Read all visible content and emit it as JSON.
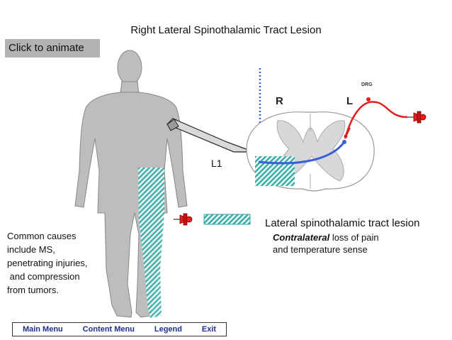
{
  "title": "Right Lateral Spinothalamic Tract Lesion",
  "animate_button": "Click to animate",
  "labels": {
    "right": "R",
    "left": "L",
    "drg": "DRG",
    "level": "L1"
  },
  "lesion": {
    "title": "Lateral spinothalamic tract lesion",
    "emphasis": "Contralateral",
    "description_rest": " loss of pain",
    "description_line2": "and temperature sense"
  },
  "causes": [
    "Common causes",
    "include MS,",
    "penetrating injuries,",
    " and compression",
    "from tumors."
  ],
  "menu": [
    "Main Menu",
    "Content Menu",
    "Legend",
    "Exit"
  ],
  "colors": {
    "lesion_hatch": "#2aa8a0",
    "pathway_red": "#e02020",
    "pathway_blue": "#3a5fd8",
    "menu_text": "#1f2f8f"
  },
  "icons": {
    "scalpel": "scalpel-icon",
    "pin": "pushpin-icon"
  }
}
